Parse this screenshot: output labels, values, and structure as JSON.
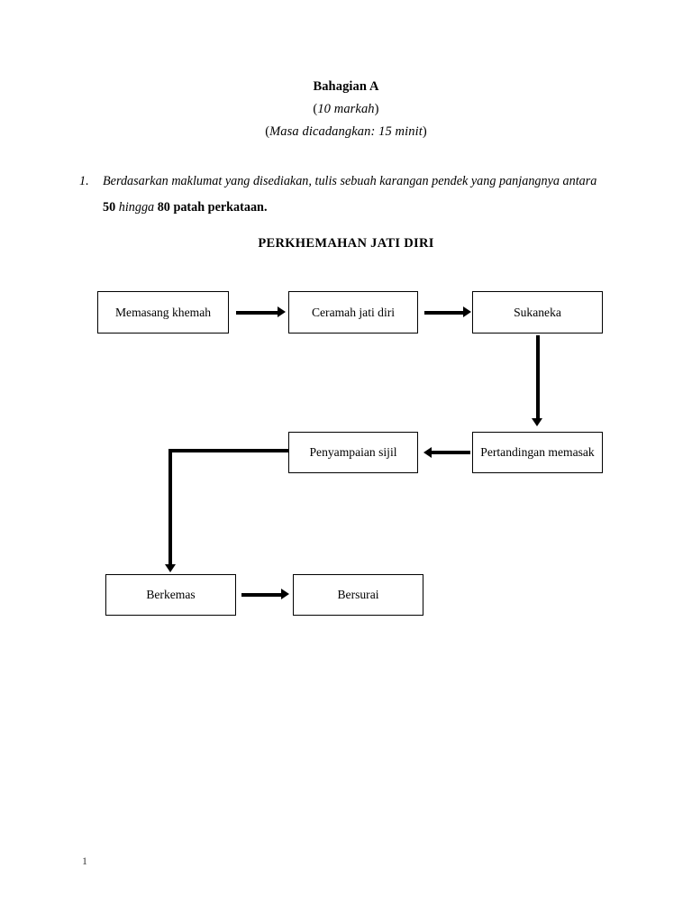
{
  "document": {
    "header": {
      "section_title": "Bahagian A",
      "marks_line_open": "(",
      "marks_line": "10 markah",
      "marks_line_close": ")",
      "time_line_open": "(",
      "time_line": "Masa dicadangkan: 15 minit",
      "time_line_close": ")"
    },
    "question": {
      "number": "1.",
      "text_part_1": "Berdasarkan maklumat yang disediakan, tulis sebuah karangan pendek yang panjangnya antara ",
      "bold_1": "50",
      "text_part_2": " hingga ",
      "bold_2": "80 patah perkataan."
    },
    "diagram_title": "PERKHEMAHAN JATI DIRI",
    "page_number": "1"
  },
  "flowchart": {
    "nodes": [
      {
        "id": "memasang",
        "label": "Memasang khemah"
      },
      {
        "id": "ceramah",
        "label": "Ceramah jati diri"
      },
      {
        "id": "sukaneka",
        "label": "Sukaneka"
      },
      {
        "id": "penyampaian",
        "label": "Penyampaian sijil"
      },
      {
        "id": "pertandingan",
        "label": "Pertandingan memasak"
      },
      {
        "id": "berkemas",
        "label": "Berkemas"
      },
      {
        "id": "bersurai",
        "label": "Bersurai"
      }
    ],
    "edges": [
      {
        "from": "memasang",
        "to": "ceramah",
        "direction": "right"
      },
      {
        "from": "ceramah",
        "to": "sukaneka",
        "direction": "right"
      },
      {
        "from": "sukaneka",
        "to": "pertandingan",
        "direction": "down"
      },
      {
        "from": "pertandingan",
        "to": "penyampaian",
        "direction": "left"
      },
      {
        "from": "penyampaian",
        "to": "berkemas",
        "direction": "elbow-left-down"
      },
      {
        "from": "berkemas",
        "to": "bersurai",
        "direction": "right"
      }
    ],
    "colors": {
      "stroke": "#000000",
      "fill": "#ffffff"
    }
  }
}
